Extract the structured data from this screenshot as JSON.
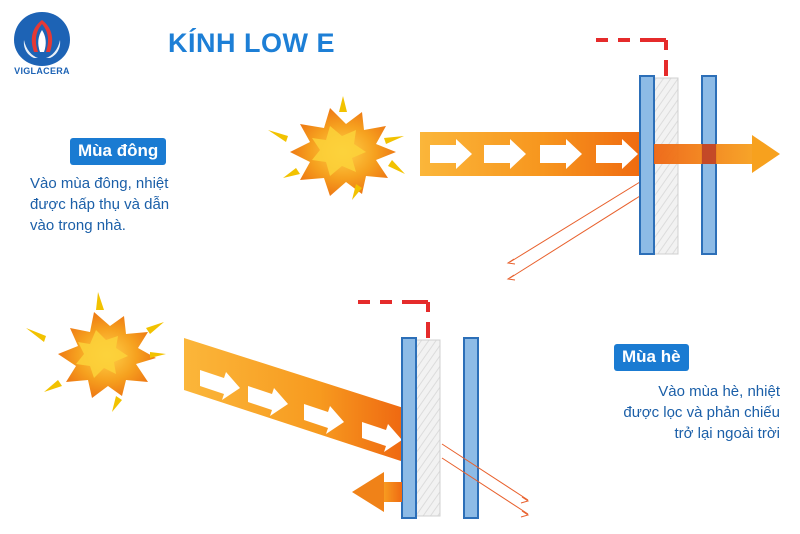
{
  "brand": {
    "name": "VIGLACERA"
  },
  "title": "KÍNH LOW E",
  "winter": {
    "label": "Mùa đông",
    "lines": [
      "Vào mùa đông, nhiệt",
      "được hấp thụ và dẫn",
      "vào trong nhà."
    ]
  },
  "summer": {
    "label": "Mùa hè",
    "lines": [
      "Vào mùa hè, nhiệt",
      "được lọc và phản chiếu",
      "trở lại ngoài trời"
    ]
  },
  "colors": {
    "brand_blue": "#1d63b5",
    "title_blue": "#1d7fd6",
    "badge_blue": "#1a7bd2",
    "text_blue": "#1b5fa8",
    "beam_orange": "#f28a12",
    "beam_light": "#f9b233",
    "glass_blue": "#7fb2e3",
    "glass_edge": "#2c6fb8",
    "coating_red": "#e52b2b",
    "sun_yellow": "#f2c200"
  }
}
